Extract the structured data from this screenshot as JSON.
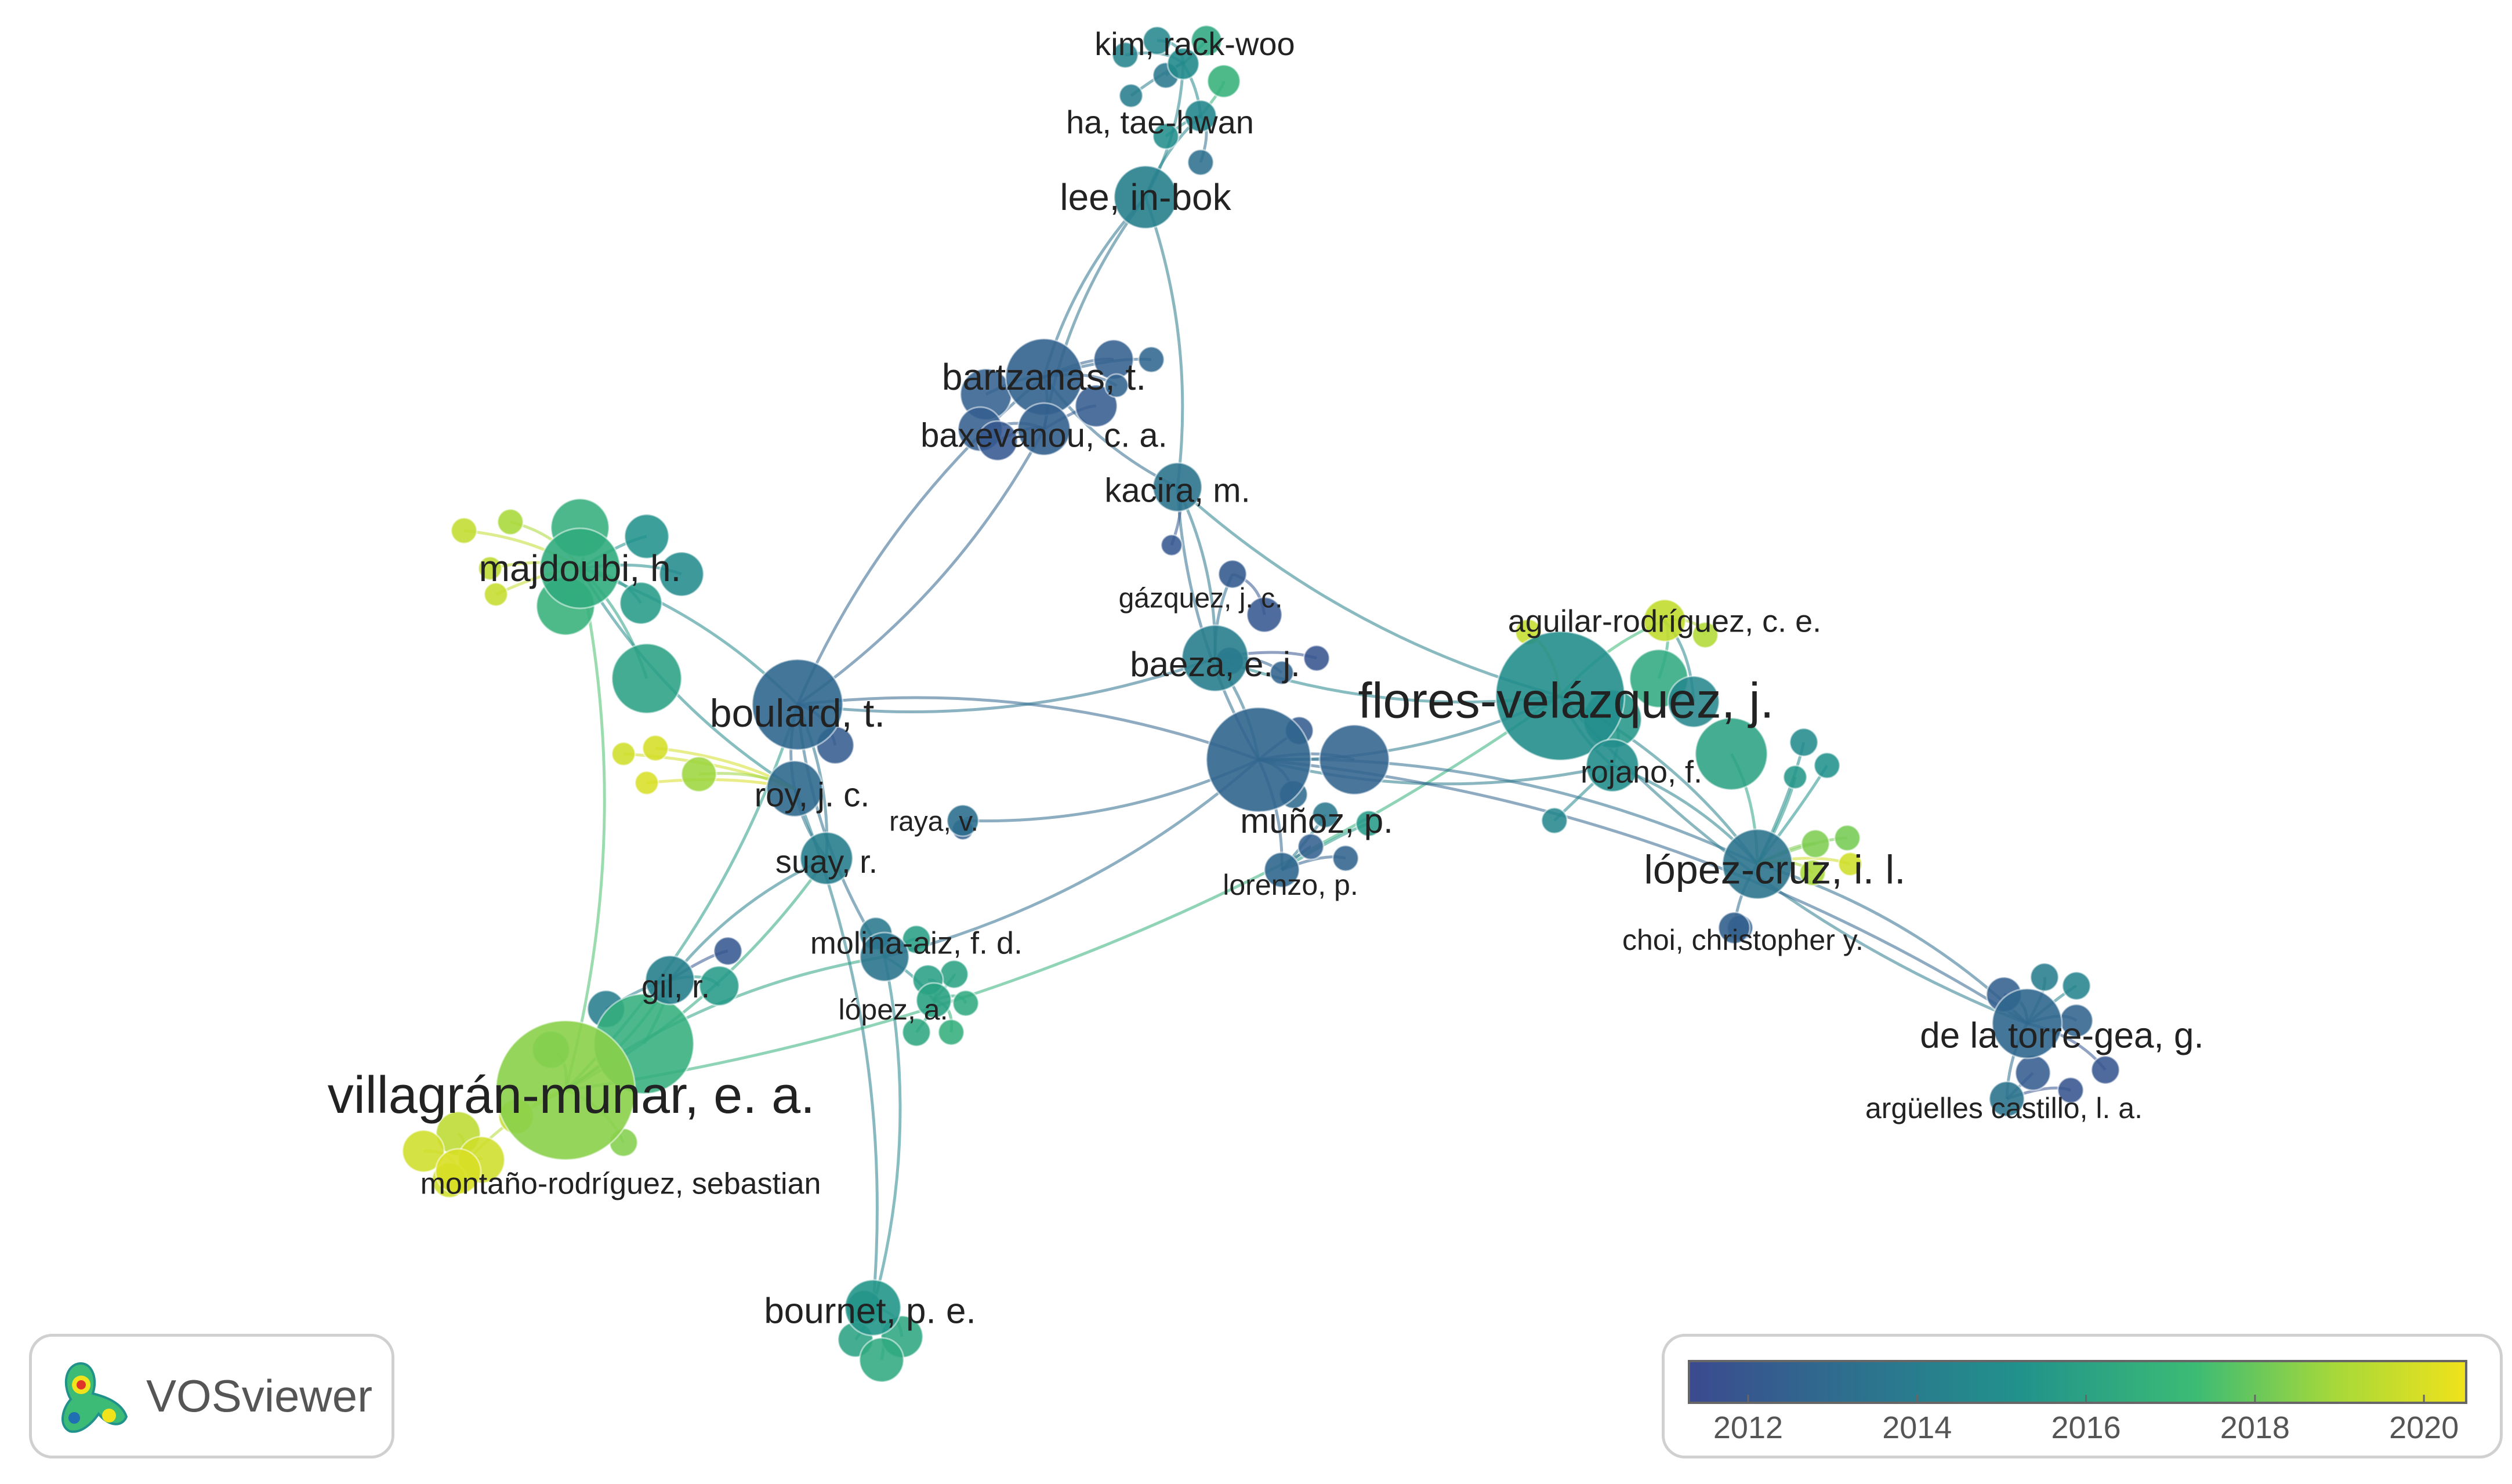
{
  "diagram": {
    "type": "co-authorship network overlay",
    "nodes": [
      {
        "label": "kim, rack-woo",
        "year": 2014.8,
        "size": 0.9
      },
      {
        "label": "ha, tae-hwan",
        "year": 2014.6,
        "size": 0.9
      },
      {
        "label": "lee, in-bok",
        "year": 2014.2,
        "size": 1.8
      },
      {
        "label": "bartzanas, t.",
        "year": 2012.6,
        "size": 2.2
      },
      {
        "label": "baxevanou, c. a.",
        "year": 2012.5,
        "size": 1.5
      },
      {
        "label": "kacira, m.",
        "year": 2013.5,
        "size": 1.4
      },
      {
        "label": "majdoubi, h.",
        "year": 2016.5,
        "size": 2.3
      },
      {
        "label": "boulard, t.",
        "year": 2012.8,
        "size": 2.6
      },
      {
        "label": "roy, j. c.",
        "year": 2012.9,
        "size": 1.6
      },
      {
        "label": "raya, v.",
        "year": 2013.2,
        "size": 0.9
      },
      {
        "label": "suay, r.",
        "year": 2014.0,
        "size": 1.5
      },
      {
        "label": "gázquez, j. c.",
        "year": 2012.2,
        "size": 0.8
      },
      {
        "label": "baeza, e. j.",
        "year": 2014.0,
        "size": 1.9
      },
      {
        "label": "flores-velázquez, j.",
        "year": 2015.0,
        "size": 3.7
      },
      {
        "label": "aguilar-rodríguez, c. e.",
        "year": 2019.5,
        "size": 1.2
      },
      {
        "label": "rojano, f.",
        "year": 2015.0,
        "size": 1.5
      },
      {
        "label": "muñoz, p.",
        "year": 2012.7,
        "size": 3.0
      },
      {
        "label": "lorenzo, p.",
        "year": 2012.8,
        "size": 1.0
      },
      {
        "label": "molina-aiz, f. d.",
        "year": 2013.6,
        "size": 1.4
      },
      {
        "label": "lópez, a.",
        "year": 2016.0,
        "size": 1.0
      },
      {
        "label": "gil, r.",
        "year": 2014.2,
        "size": 1.4
      },
      {
        "label": "villagrán-munar, e. a.",
        "year": 2018.5,
        "size": 4.0
      },
      {
        "label": "montaño-rodríguez, sebastian",
        "year": 2020.0,
        "size": 1.3
      },
      {
        "label": "lópez-cruz, i. l.",
        "year": 2013.5,
        "size": 2.0
      },
      {
        "label": "choi, christopher y.",
        "year": 2012.5,
        "size": 0.9
      },
      {
        "label": "de la torre-gea, g.",
        "year": 2012.8,
        "size": 2.0
      },
      {
        "label": "argüelles castillo, l. a.",
        "year": 2013.5,
        "size": 1.0
      },
      {
        "label": "bournet, p. e.",
        "year": 2015.4,
        "size": 1.6
      }
    ]
  },
  "brand": {
    "logo_text": "VOSviewer",
    "logo_icon": "vosviewer-logo-icon"
  },
  "legend": {
    "ticks": [
      "2012",
      "2014",
      "2016",
      "2018",
      "2020"
    ],
    "range": [
      2011.3,
      2020.5
    ],
    "colors": [
      "#3b4a8f",
      "#2e6e8e",
      "#21918c",
      "#3bbb75",
      "#a6d83a",
      "#f0e21b"
    ]
  }
}
